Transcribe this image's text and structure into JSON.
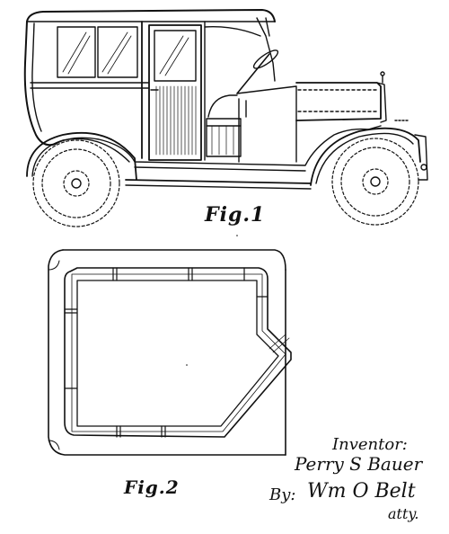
{
  "figures": {
    "fig1_caption": "Fig.1",
    "fig2_caption": "Fig.2"
  },
  "signature_block": {
    "inventor_label": "Inventor:",
    "inventor_name": "Perry S Bauer",
    "by_label": "By:",
    "attorney_name": "Wm O Belt",
    "attorney_title": "atty."
  },
  "colors": {
    "ink": "#111111",
    "paper": "#ffffff"
  }
}
